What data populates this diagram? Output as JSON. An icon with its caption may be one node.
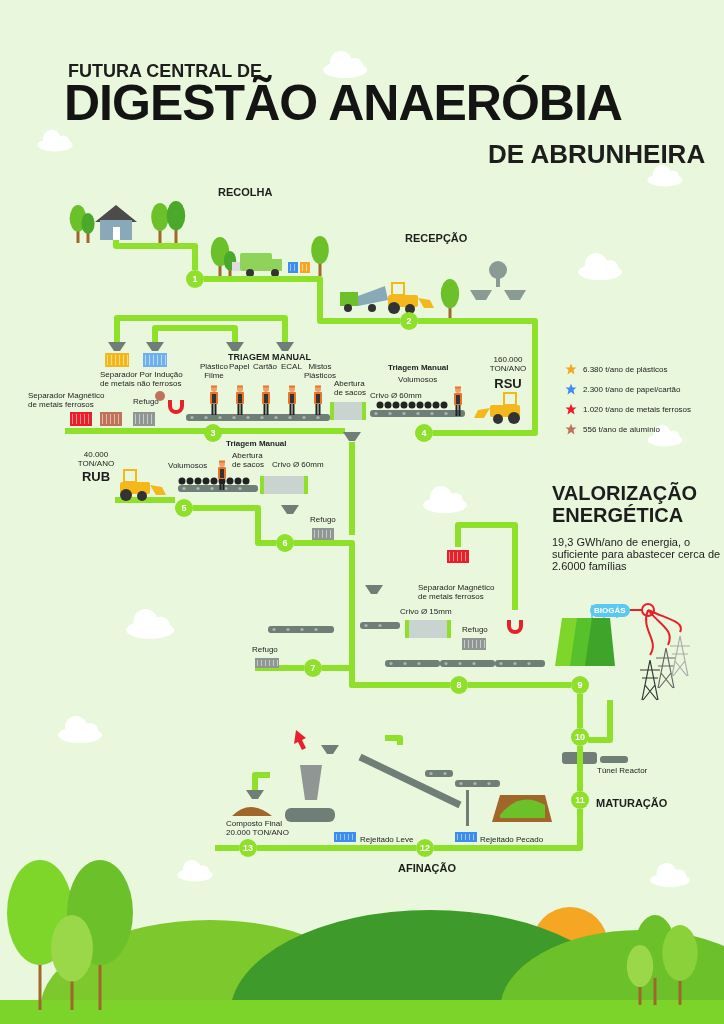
{
  "diagram": {
    "title": "DIGESTÃO ANAERÓBIA",
    "nodes": [
      {
        "text": [
          "1"
        ]
      },
      {
        "text": [
          "2"
        ]
      },
      {
        "text": [
          "3"
        ]
      },
      {
        "text": [
          "4"
        ]
      },
      {
        "text": [
          "5"
        ]
      },
      {
        "text": [
          "6"
        ]
      },
      {
        "text": [
          "7"
        ]
      },
      {
        "text": [
          "8"
        ]
      },
      {
        "text": [
          "9"
        ]
      },
      {
        "text": [
          "10"
        ]
      },
      {
        "text": [
          "11"
        ]
      },
      {
        "text": [
          "12"
        ]
      },
      {
        "text": [
          "13"
        ]
      },
      {
        "text": [
          "BIOGÁS"
        ]
      },
      {
        "text": [],
        "shape": "picture"
      }
    ],
    "edges": [
      {
        "from": 0,
        "to": 1,
        "arrow": "none"
      },
      {
        "from": 1,
        "to": 3,
        "arrow": "none"
      },
      {
        "from": 4,
        "to": 5,
        "arrow": "none"
      },
      {
        "from": 5,
        "to": 7,
        "arrow": "none"
      },
      {
        "from": 6,
        "to": 7,
        "arrow": "none"
      },
      {
        "from": 7,
        "to": 8,
        "arrow": "none"
      },
      {
        "from": 8,
        "to": 9,
        "arrow": "none"
      },
      {
        "from": 9,
        "to": 10,
        "arrow": "none"
      },
      {
        "from": 10,
        "to": 11,
        "arrow": "none"
      },
      {
        "from": 11,
        "to": 12,
        "arrow": "none"
      },
      {
        "from": 14,
        "to": 0,
        "arrow": "none"
      }
    ],
    "labels": [
      "FUTURA CENTRAL DE",
      "DE ABRUNHEIRA",
      "RECOLHA",
      "RECEPÇÃO",
      "TRIAGEM MANUAL",
      "Plástico Filme",
      "Papel",
      "Cartão",
      "ECAL",
      "Mistos Plásticos",
      "Separador Por Indução de metais não ferrosos",
      "Separador Magnético de metais ferrosos",
      "Refugo",
      "Abertura de sacos",
      "Crivo Ø 60mm",
      "Triagem Manual",
      "Volumosos",
      "160.000 TON/ANO",
      "RSU",
      "Triagem Manual",
      "40.000 TON/ANO",
      "RUB",
      "Volumosos",
      "Abertura de sacos",
      "Crivo Ø 60mm",
      "Refugo",
      "VALORIZAÇÃO ENERGÉTICA",
      "19,3 GWh/ano de energia, o suficiente para abastecer cerca de 2.6000 famílias",
      "Separador Magnético de metais ferrosos",
      "Crivo Ø 15mm",
      "Refugo",
      "Refugo",
      "Túnel Reactor",
      "MATURAÇÃO",
      "Composto Final 20.000 TON/ANO",
      "Rejeitado Leve",
      "Rejeitado Pecado",
      "AFINAÇÃO"
    ],
    "legend": [
      {
        "text": "6.380 t/ano de plásticos",
        "color": "#f5a623"
      },
      {
        "text": "2.300 t/ano de papel/cartão",
        "color": "#3b8ef0"
      },
      {
        "text": "1.020 t/ano de metais ferrosos",
        "color": "#e8202a"
      },
      {
        "text": "556 t/ano de alumínio",
        "color": "#c0735a"
      }
    ]
  }
}
